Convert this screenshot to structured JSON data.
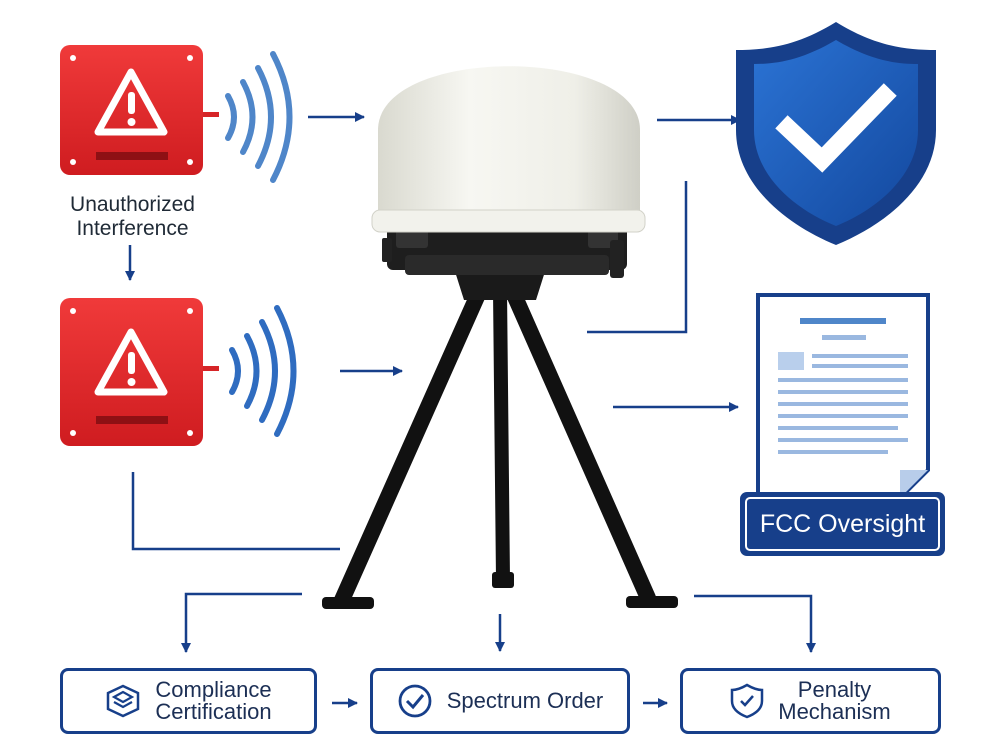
{
  "labels": {
    "interference_line1": "Unauthorized",
    "interference_line2": "Interference",
    "fcc_oversight": "FCC Oversight"
  },
  "boxes": [
    {
      "line1": "Compliance",
      "line2": "Certification",
      "icon": "layers-icon"
    },
    {
      "line1": "Spectrum Order",
      "line2": "",
      "icon": "check-circle-icon"
    },
    {
      "line1": "Penalty",
      "line2": "Mechanism",
      "icon": "shield-check-icon"
    }
  ],
  "icons": [
    "warning-icon",
    "radio-wave-icon",
    "antenna-dome-icon",
    "shield-check-icon",
    "document-icon"
  ],
  "colors": {
    "navy": "#173f8a",
    "alert_red": "#e3252b",
    "shield_blue": "#1d5fc2",
    "wave_blue": "#4f86c9"
  }
}
